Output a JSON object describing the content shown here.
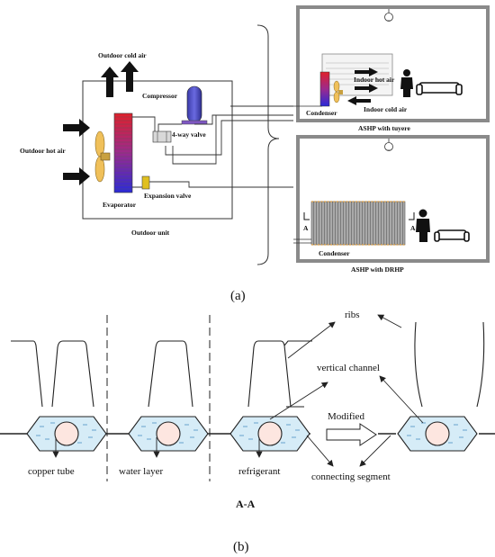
{
  "panel_a": {
    "outdoor_cold_air": "Outdoor cold air",
    "outdoor_hot_air": "Outdoor hot air",
    "compressor": "Compressor",
    "four_way_valve": "4-way valve",
    "expansion_valve": "Expansion valve",
    "evaporator": "Evaporator",
    "outdoor_unit": "Outdoor unit",
    "tuyere_room": {
      "indoor_hot_air": "Indoor hot air",
      "indoor_cold_air": "Indoor cold air",
      "condenser": "Condenser",
      "caption": "ASHP with tuyere"
    },
    "drhp_room": {
      "section_left": "A",
      "section_right": "A",
      "condenser": "Condenser",
      "caption": "ASHP with DRHP"
    },
    "label": "(a)"
  },
  "panel_b": {
    "ribs": "ribs",
    "vertical_channel": "vertical channel",
    "modified": "Modified",
    "copper_tube": "copper tube",
    "water_layer": "water layer",
    "refrigerant": "refrigerant",
    "connecting_segment": "connecting segment",
    "section": "A-A",
    "label": "(b)"
  }
}
